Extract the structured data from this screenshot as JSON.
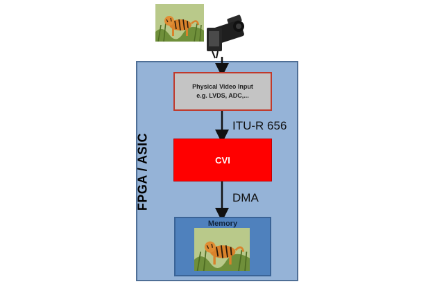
{
  "block_label": "FPGA / ASIC",
  "physical_input": {
    "line1": "Physical Video Input",
    "line2": "e.g. LVDS, ADC,..."
  },
  "cvi_label": "CVI",
  "memory_label": "Memory",
  "edge_labels": {
    "itu": "ITU-R 656",
    "dma": "DMA"
  },
  "icons": {
    "camera": "video-camera-icon",
    "tiger_photo": "tiger-image-icon"
  },
  "colors": {
    "chip_fill": "#95b3d7",
    "cvi_fill": "#ff0000",
    "memory_fill": "#4f81bd",
    "input_fill": "#c4c4c4",
    "input_border": "#c0392b"
  }
}
